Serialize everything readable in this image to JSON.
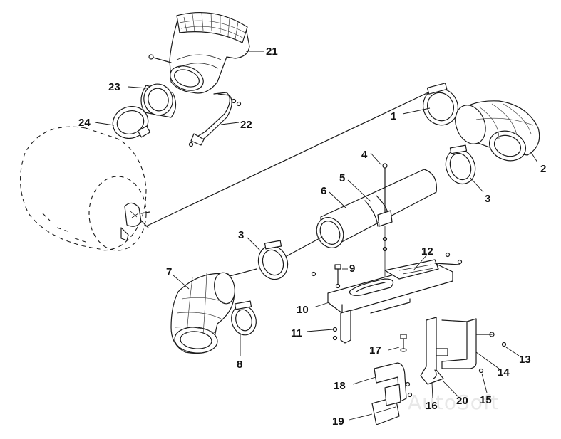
{
  "diagram": {
    "type": "exploded-parts-diagram",
    "watermark": "AutoSoft",
    "callouts": [
      "1",
      "2",
      "3",
      "3",
      "4",
      "5",
      "6",
      "7",
      "8",
      "9",
      "10",
      "11",
      "12",
      "13",
      "14",
      "15",
      "16",
      "17",
      "18",
      "19",
      "20",
      "21",
      "22",
      "23",
      "24"
    ]
  },
  "labels": {
    "l1": "1",
    "l2": "2",
    "l3a": "3",
    "l3b": "3",
    "l4": "4",
    "l5": "5",
    "l6": "6",
    "l7": "7",
    "l8": "8",
    "l9": "9",
    "l10": "10",
    "l11": "11",
    "l12": "12",
    "l13": "13",
    "l14": "14",
    "l15": "15",
    "l16": "16",
    "l17": "17",
    "l18": "18",
    "l19": "19",
    "l20": "20",
    "l21": "21",
    "l22": "22",
    "l23": "23",
    "l24": "24"
  }
}
